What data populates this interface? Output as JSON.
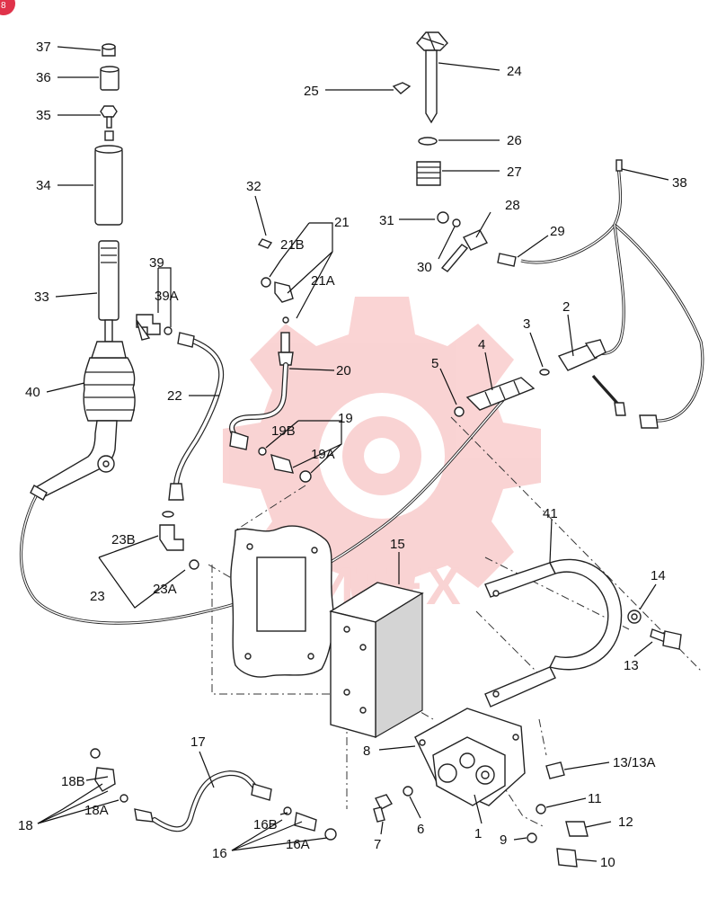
{
  "watermark": {
    "text": "МИТЕХ",
    "color": "#e83a3a"
  },
  "corner_badge_color": "#e0334a",
  "labels": [
    {
      "id": "37",
      "text": "37"
    },
    {
      "id": "36",
      "text": "36"
    },
    {
      "id": "35",
      "text": "35"
    },
    {
      "id": "34",
      "text": "34"
    },
    {
      "id": "33",
      "text": "33"
    },
    {
      "id": "40",
      "text": "40"
    },
    {
      "id": "39",
      "text": "39"
    },
    {
      "id": "39A",
      "text": "39A"
    },
    {
      "id": "22",
      "text": "22"
    },
    {
      "id": "23B",
      "text": "23B"
    },
    {
      "id": "23",
      "text": "23"
    },
    {
      "id": "23A",
      "text": "23A"
    },
    {
      "id": "32",
      "text": "32"
    },
    {
      "id": "21",
      "text": "21"
    },
    {
      "id": "21B",
      "text": "21B"
    },
    {
      "id": "21A",
      "text": "21A"
    },
    {
      "id": "20",
      "text": "20"
    },
    {
      "id": "19",
      "text": "19"
    },
    {
      "id": "19B",
      "text": "19B"
    },
    {
      "id": "19A",
      "text": "19A"
    },
    {
      "id": "25",
      "text": "25"
    },
    {
      "id": "24",
      "text": "24"
    },
    {
      "id": "26",
      "text": "26"
    },
    {
      "id": "27",
      "text": "27"
    },
    {
      "id": "28",
      "text": "28"
    },
    {
      "id": "29",
      "text": "29"
    },
    {
      "id": "31",
      "text": "31"
    },
    {
      "id": "30",
      "text": "30"
    },
    {
      "id": "38",
      "text": "38"
    },
    {
      "id": "2",
      "text": "2"
    },
    {
      "id": "3",
      "text": "3"
    },
    {
      "id": "4",
      "text": "4"
    },
    {
      "id": "5",
      "text": "5"
    },
    {
      "id": "41",
      "text": "41"
    },
    {
      "id": "15",
      "text": "15"
    },
    {
      "id": "14",
      "text": "14"
    },
    {
      "id": "13",
      "text": "13"
    },
    {
      "id": "8",
      "text": "8"
    },
    {
      "id": "13/13A",
      "text": "13/13A"
    },
    {
      "id": "11",
      "text": "11"
    },
    {
      "id": "12",
      "text": "12"
    },
    {
      "id": "7",
      "text": "7"
    },
    {
      "id": "6",
      "text": "6"
    },
    {
      "id": "1",
      "text": "1"
    },
    {
      "id": "9",
      "text": "9"
    },
    {
      "id": "10",
      "text": "10"
    },
    {
      "id": "17",
      "text": "17"
    },
    {
      "id": "18B",
      "text": "18B"
    },
    {
      "id": "18",
      "text": "18"
    },
    {
      "id": "18A",
      "text": "18A"
    },
    {
      "id": "16B",
      "text": "16B"
    },
    {
      "id": "16",
      "text": "16"
    },
    {
      "id": "16A",
      "text": "16A"
    }
  ]
}
